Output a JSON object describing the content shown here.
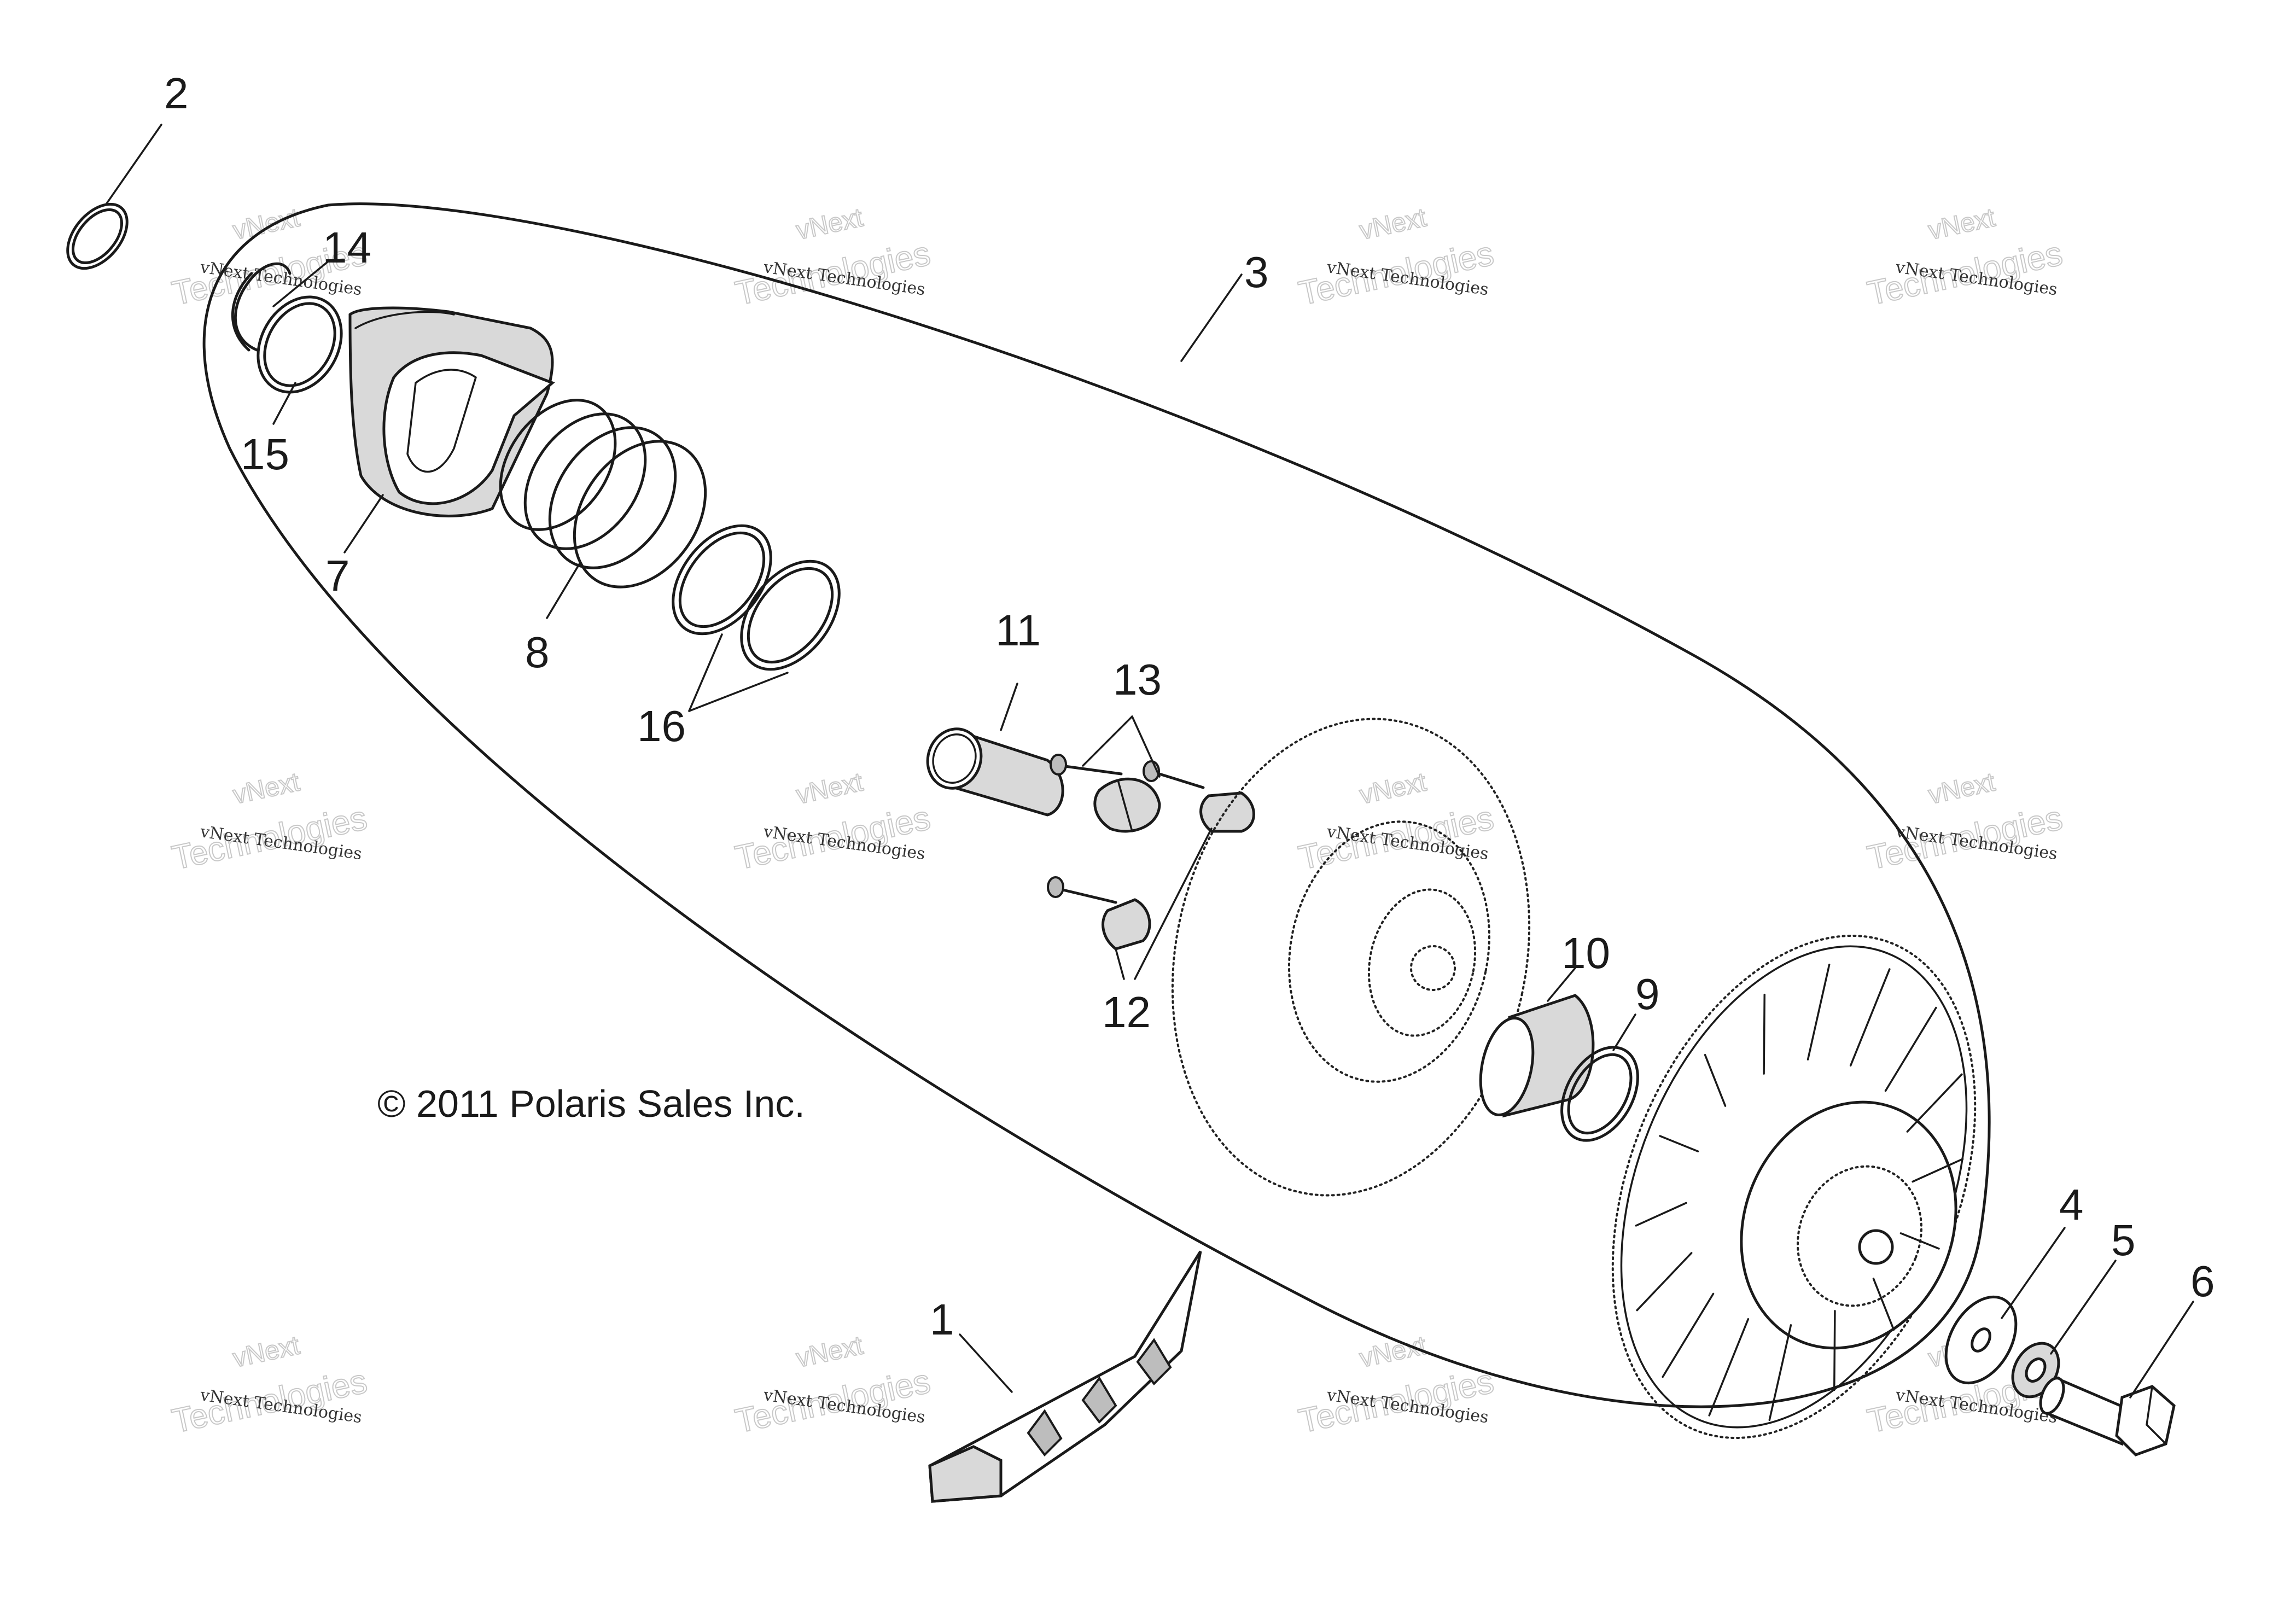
{
  "callouts": [
    {
      "id": "1",
      "label": "1"
    },
    {
      "id": "2",
      "label": "2"
    },
    {
      "id": "3",
      "label": "3"
    },
    {
      "id": "4",
      "label": "4"
    },
    {
      "id": "5",
      "label": "5"
    },
    {
      "id": "6",
      "label": "6"
    },
    {
      "id": "7",
      "label": "7"
    },
    {
      "id": "8",
      "label": "8"
    },
    {
      "id": "9",
      "label": "9"
    },
    {
      "id": "10",
      "label": "10"
    },
    {
      "id": "11",
      "label": "11"
    },
    {
      "id": "12",
      "label": "12"
    },
    {
      "id": "13",
      "label": "13"
    },
    {
      "id": "14",
      "label": "14"
    },
    {
      "id": "15",
      "label": "15"
    },
    {
      "id": "16",
      "label": "16"
    }
  ],
  "copyright": "© 2011 Polaris Sales Inc.",
  "watermark": {
    "small": "vNext Technologies",
    "large": "Technologies",
    "brand": "vNext"
  }
}
